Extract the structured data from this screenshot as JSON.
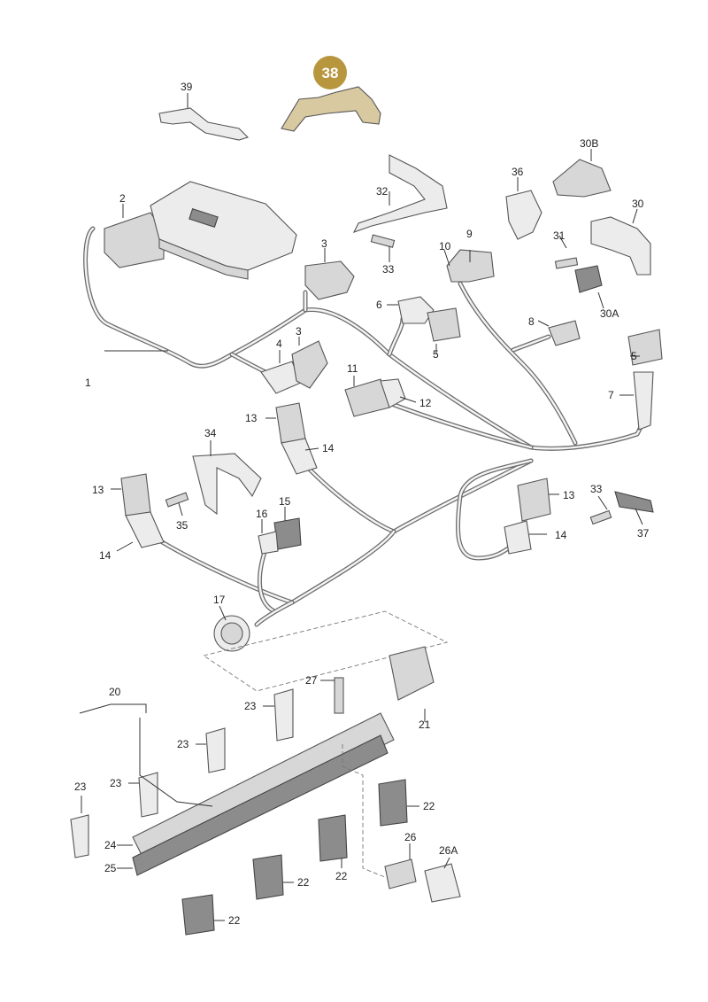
{
  "highlight": {
    "label": "38",
    "badge_color": "#b8963e",
    "part_fill": "#d9c9a0"
  },
  "labels": {
    "l1": "1",
    "l2": "2",
    "l3a": "3",
    "l3b": "3",
    "l4": "4",
    "l5a": "5",
    "l5b": "5",
    "l6": "6",
    "l7": "7",
    "l8": "8",
    "l9": "9",
    "l10": "10",
    "l11": "11",
    "l12": "12",
    "l13a": "13",
    "l13b": "13",
    "l13c": "13",
    "l14a": "14",
    "l14b": "14",
    "l14c": "14",
    "l15": "15",
    "l16": "16",
    "l17": "17",
    "l20": "20",
    "l21": "21",
    "l22a": "22",
    "l22b": "22",
    "l22c": "22",
    "l22d": "22",
    "l23a": "23",
    "l23b": "23",
    "l23c": "23",
    "l23d": "23",
    "l24": "24",
    "l25": "25",
    "l26": "26",
    "l26A": "26A",
    "l27": "27",
    "l30": "30",
    "l30A": "30A",
    "l30B": "30B",
    "l31": "31",
    "l32": "32",
    "l33a": "33",
    "l33b": "33",
    "l34": "34",
    "l35": "35",
    "l36": "36",
    "l37": "37",
    "l39": "39"
  },
  "colors": {
    "line": "#333333",
    "wire": "#6d6d6d",
    "part": "#d7d7d7"
  }
}
